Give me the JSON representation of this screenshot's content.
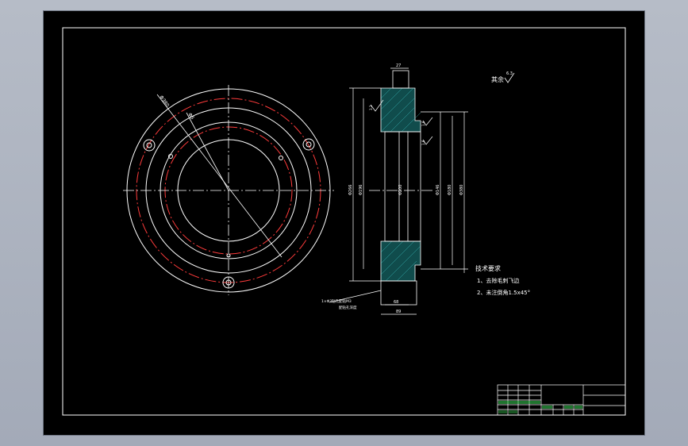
{
  "drawing": {
    "background": "#000000",
    "line_color": "#ffffff",
    "centerline_color": "#ff3b3b",
    "hatch_color": "#2aa6a6",
    "table_text_color": "#39d353"
  },
  "side_view": {
    "width_dim_top": "27",
    "width_dim_bottom_1": "68",
    "width_dim_bottom_2": "89",
    "dia_labels": [
      "Φ266",
      "Φ196",
      "Φ200",
      "Φ146",
      "Φ180",
      "Φ380"
    ],
    "roughness_marks": [
      "3.2",
      "1.6",
      "1.6"
    ],
    "note_callout": [
      "1×Φ3钻孔配钻M3",
      "配钻孔深度"
    ]
  },
  "surface_finish": {
    "label": "其余",
    "value": "6.3"
  },
  "tech_requirements": {
    "title": "技术要求",
    "item1": "1、去除毛刺飞边",
    "item2": "2、未注倒角1.5x45°"
  },
  "front_view": {
    "dims": [
      "Φ380",
      "Φ5"
    ]
  }
}
